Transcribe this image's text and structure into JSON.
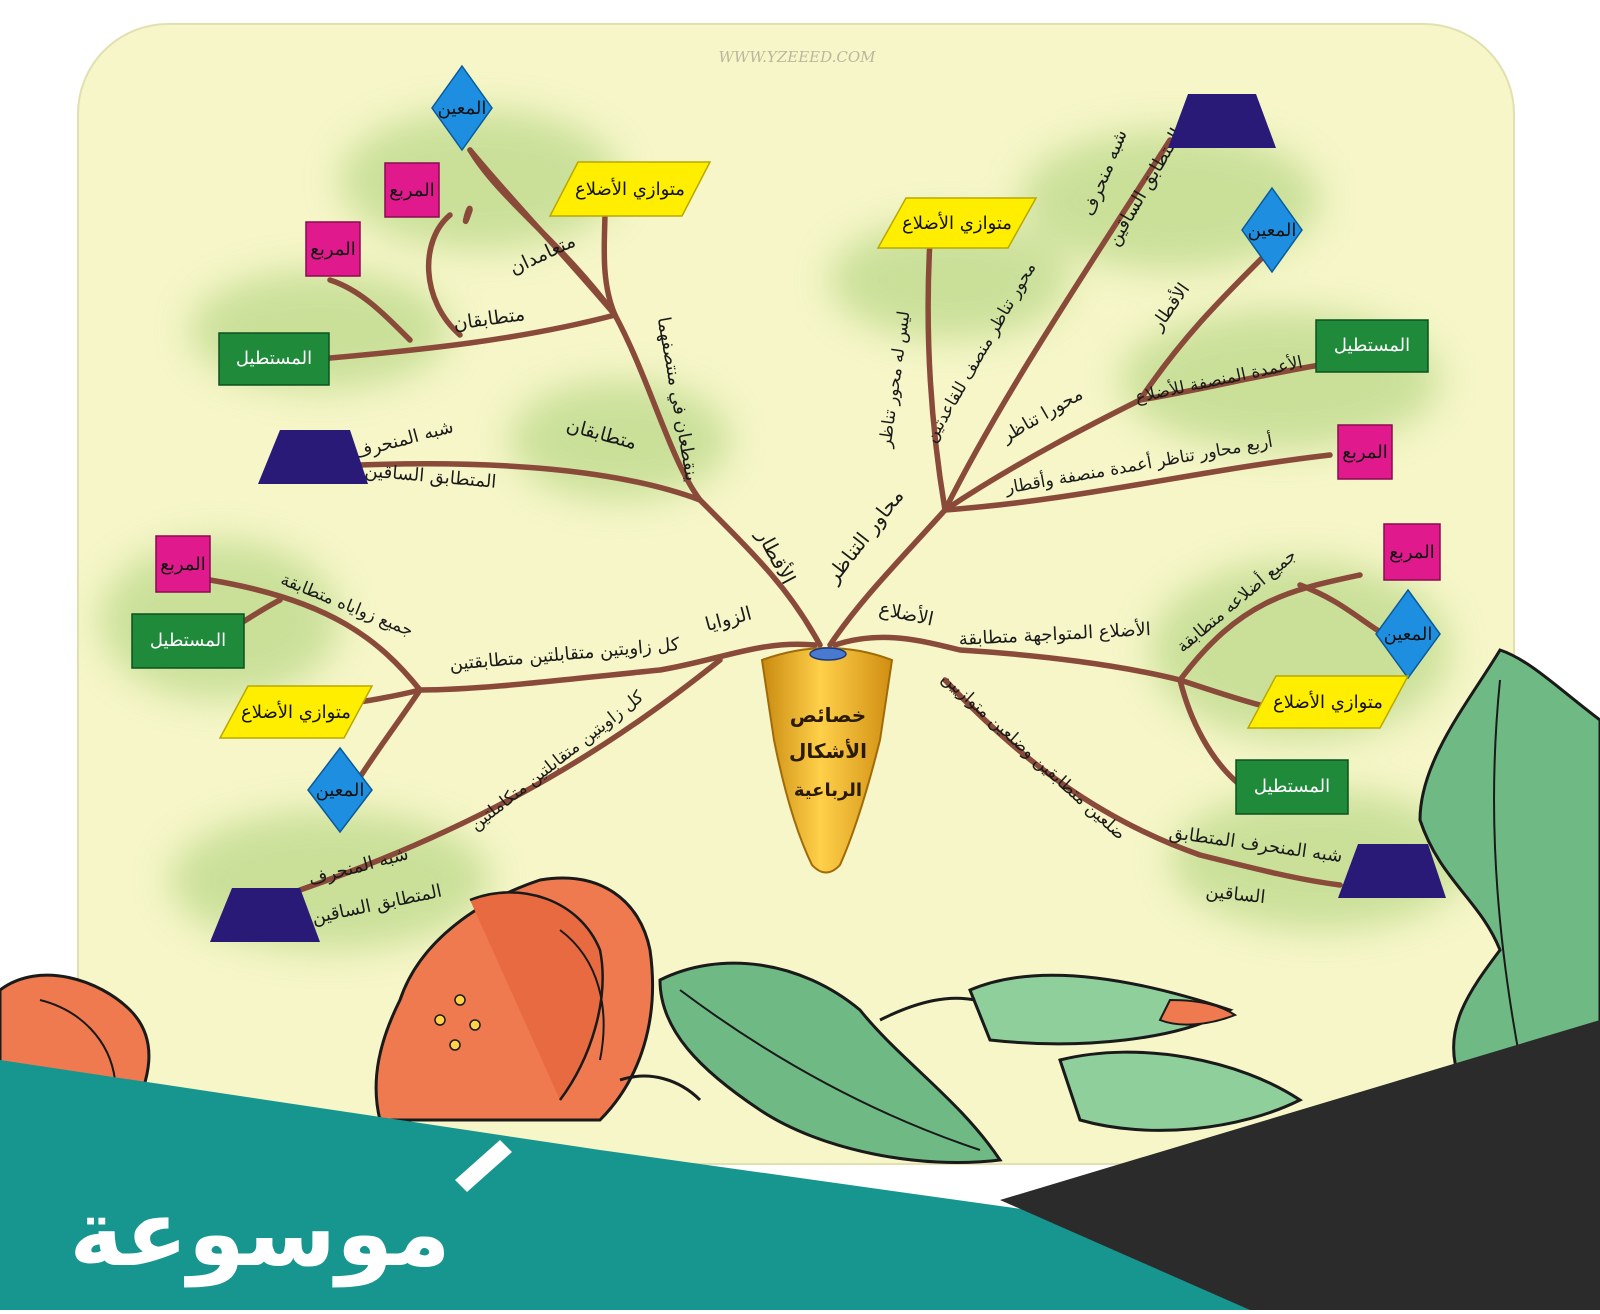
{
  "watermark": "WWW.YZEEED.COM",
  "brand": {
    "name": "موسوعة",
    "color": "#16968f"
  },
  "center": {
    "line1": "خصائص",
    "line2": "الأشكال",
    "line3": "الرباعية"
  },
  "branches": {
    "diagonals": {
      "label": "الأقطار",
      "bisect": "ينقطعان في منتصفهما",
      "congruent_trap": "متطابقان",
      "perpendicular": "متعامدان",
      "congruent_inner": "متطابقان"
    },
    "symmetry": {
      "label": "محاور التناظر",
      "no_axis": "ليس له محور تناظر",
      "one_axis": "محور تناظر منصف للقاعدتين",
      "two_axes": "محورا تناظر",
      "two_diagonals": "الأقطار",
      "two_perp": "الأعمدة المنصفة للأضلاع",
      "four_axes": "أربع محاور تناظر أعمدة منصفة وأقطار"
    },
    "angles": {
      "label": "الزوايا",
      "opposite_congruent": "كل زاويتين متقابلتين متطابقتين",
      "all_congruent": "جميع زواياه متطابقة",
      "opposite_supplementary": "كل زاويتين متقابلتين متكاملتين"
    },
    "sides": {
      "label": "الأضلاع",
      "opposite_congruent": "الأضلاع المتواجهة متطابقة",
      "all_congruent": "جميع أضلاعه متطابقة",
      "parallel": "ضلعين متطابقين وضلعين متوازيين"
    }
  },
  "shapes": {
    "rhombus": "المعين",
    "square": "المربع",
    "rectangle": "المستطيل",
    "parallelogram": "متوازي الأضلاع",
    "trap_line1": "شبه المنحرف",
    "trap_line2": "المتطابق الساقين",
    "trap_alt1": "شبه منحرف",
    "trap_full": "شبه المنحرف المتطابق",
    "trap_legs": "الساقين"
  },
  "colors": {
    "rhombus": "#1e8fe0",
    "square": "#e01a8c",
    "rectangle": "#1f8a3a",
    "parallelogram": "#ffee00",
    "trapezoid": "#2a1a78",
    "branch": "#8a4a3a",
    "board": "#f6f6c8"
  }
}
